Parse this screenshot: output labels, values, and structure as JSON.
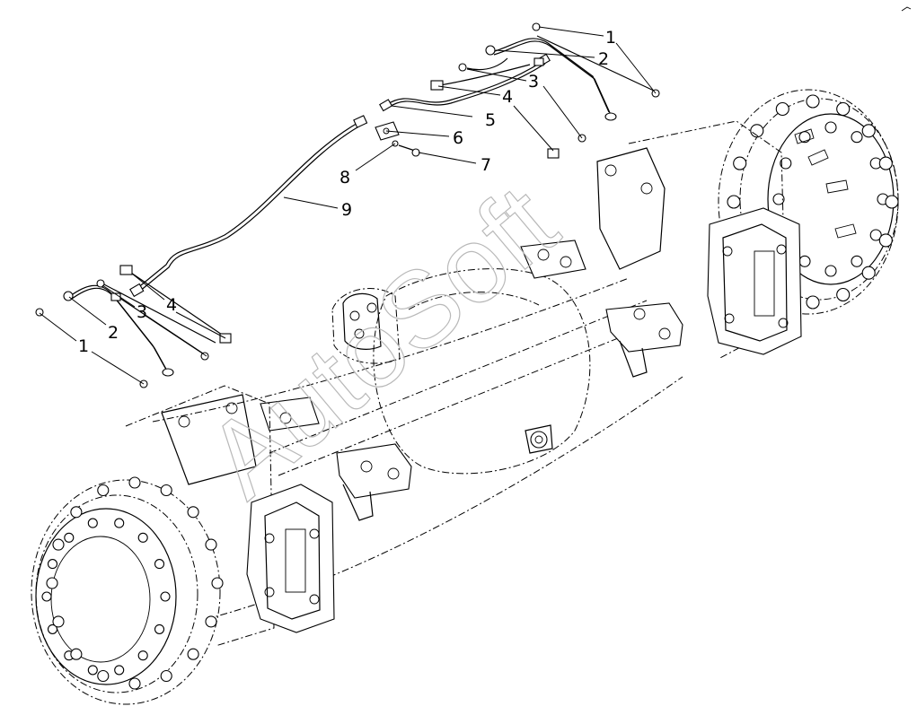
{
  "watermark": "AutoSoft",
  "callouts": {
    "c1_top": "1",
    "c2_top": "2",
    "c3_top": "3",
    "c4_top": "4",
    "c5": "5",
    "c6": "6",
    "c7": "7",
    "c8": "8",
    "c9": "9",
    "c4_left": "4",
    "c3_left": "3",
    "c2_left": "2",
    "c1_left": "1"
  }
}
